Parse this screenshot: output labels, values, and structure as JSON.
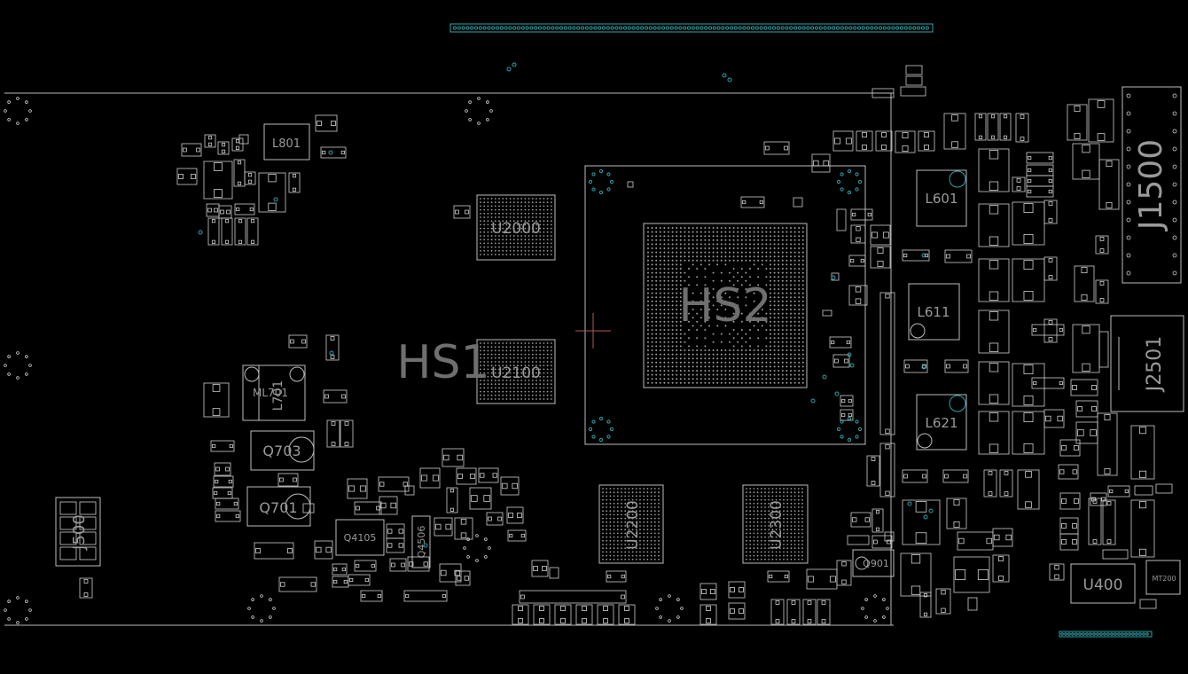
{
  "board": {
    "heatsinks": [
      "HS1",
      "HS2"
    ],
    "components": {
      "u2000": "U2000",
      "u2100": "U2100",
      "u2200": "U2200",
      "u2300": "U2300",
      "u400": "U400",
      "l801": "L801",
      "l601": "L601",
      "l611": "L611",
      "l621": "L621",
      "ml701": "ML701",
      "l701": "L701",
      "q703": "Q703",
      "q701": "Q701",
      "q4105": "Q4105",
      "q4506": "Q4506",
      "q901": "Q901",
      "j500": "J500",
      "j1500": "J1500",
      "j2501": "J2501",
      "mt200": "MT200"
    }
  },
  "colors": {
    "background": "#000000",
    "silkscreen": "#bdbdbd",
    "label": "#9a9a9a",
    "via_highlight": "#2fa3a8",
    "crosshair": "#b0575c"
  }
}
